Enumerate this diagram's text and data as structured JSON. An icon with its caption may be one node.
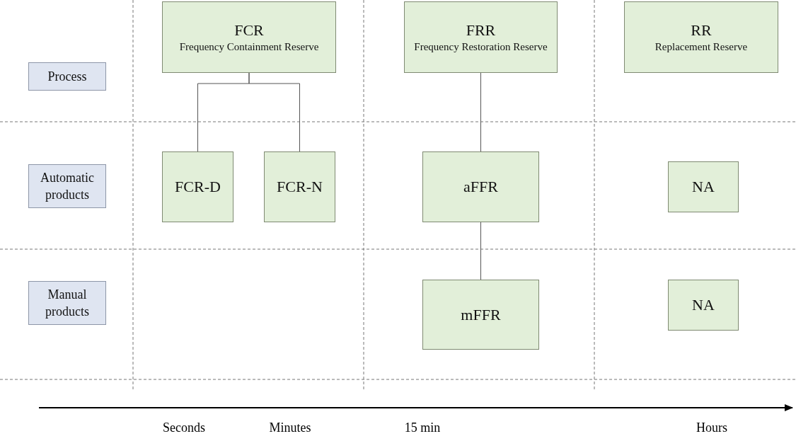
{
  "diagram": {
    "nodes": [
      {
        "text": [
          "Process"
        ]
      },
      {
        "text": [
          "FCR",
          "Frequency Containment Reserve"
        ]
      },
      {
        "text": [
          "FRR",
          "Frequency Restoration Reserve"
        ]
      },
      {
        "text": [
          "RR",
          "Replacement Reserve"
        ]
      },
      {
        "text": [
          "Automatic products"
        ]
      },
      {
        "text": [
          "FCR-D"
        ]
      },
      {
        "text": [
          "FCR-N"
        ]
      },
      {
        "text": [
          "aFFR"
        ]
      },
      {
        "text": [
          "NA"
        ]
      },
      {
        "text": [
          "Manual products"
        ]
      },
      {
        "text": [
          "mFFR"
        ]
      },
      {
        "text": [
          "NA"
        ]
      }
    ],
    "edges": [
      {
        "from": 1,
        "to": 5,
        "arrow": "none"
      },
      {
        "from": 1,
        "to": 6,
        "arrow": "none"
      },
      {
        "from": 2,
        "to": 7,
        "arrow": "none"
      },
      {
        "from": 7,
        "to": 10,
        "arrow": "none"
      }
    ],
    "labels": [
      "Seconds",
      "Minutes",
      "15 min",
      "Hours"
    ]
  }
}
